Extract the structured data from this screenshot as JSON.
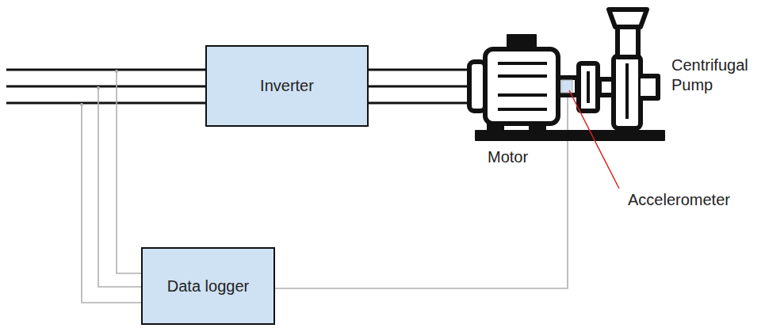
{
  "diagram": {
    "nodes": [
      {
        "text": [
          "Inverter"
        ]
      },
      {
        "text": [
          "Data logger"
        ]
      }
    ],
    "labels": [
      "Centrifugal Pump",
      "Motor",
      "Accelerometer"
    ]
  }
}
